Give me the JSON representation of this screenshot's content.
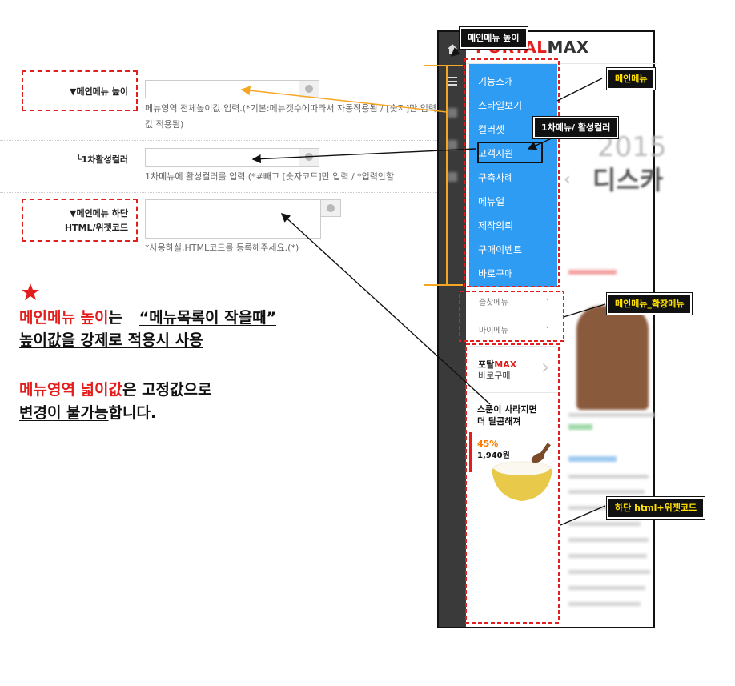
{
  "settings": {
    "menu_height": {
      "label": "▼메인메뉴 높이",
      "help1": "메뉴영역 전체높이값 입력.(*기본:메뉴갯수에따라서 자동적용됨 / [숫자]만 입력 / 입",
      "help2": "값 적용됨)"
    },
    "active_color": {
      "label": "└1차활성컬러",
      "help": "1차메뉴에 활성컬러를 입력 (*#빼고 [숫자코드]만 입력 / *입력안할"
    },
    "bottom_html": {
      "label_line1": "▼메인메뉴 하단",
      "label_line2": "HTML/위젯코드",
      "help": "*사용하실,HTML코드를 등록해주세요.(*)"
    }
  },
  "notes": {
    "line1_red": "메인메뉴 높이",
    "line1_black": "는 ",
    "line1_quote": "“메뉴목록이 작을때”",
    "line2": "높이값을 강제로 적용시 사용",
    "line3_red": "메뉴영역 넓이값",
    "line3_black": "은 고정값으로",
    "line4_a": "변경이 불가능",
    "line4_b": "합니다."
  },
  "phone": {
    "logo_a": "PORTAL",
    "logo_b": "MAX",
    "menu_items": [
      "기능소개",
      "스타일보기",
      "컬러셋",
      "고객지원",
      "구축사례",
      "메뉴얼",
      "제작의뢰",
      "구매이벤트",
      "바로구매"
    ],
    "ext_menu": [
      "즐찾메뉴",
      "마이메뉴"
    ],
    "ad_brand_a": "포탈",
    "ad_brand_b": "MAX",
    "ad_sub": "바로구매",
    "ad_title1": "스푼이 사라지면",
    "ad_title2": "더 달콤해져",
    "ad_discount": "45%",
    "ad_price": "1,940원",
    "bg_year": "2015",
    "bg_text": "디스카"
  },
  "callouts": {
    "main_height": "메인메뉴 높이",
    "main_menu": "메인메뉴",
    "active_color": "1차메뉴/ 활성컬러",
    "ext_menu": "메인메뉴_확장메뉴",
    "bottom_html": "하단 html+위젯코드"
  },
  "colors": {
    "menu_blue": "#2f9cf4",
    "callout_yellow": "#ffe100",
    "dashed_red": "#e02020",
    "bracket_orange": "#f5a623"
  }
}
